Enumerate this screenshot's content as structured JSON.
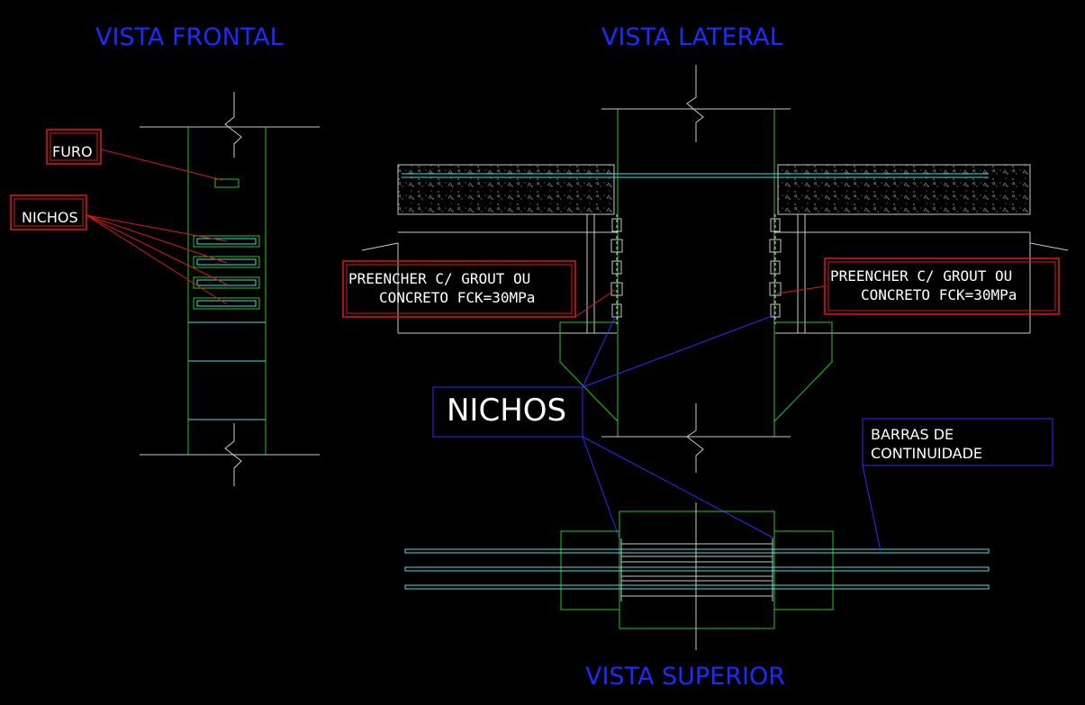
{
  "titles": {
    "front": "VISTA FRONTAL",
    "side": "VISTA LATERAL",
    "top": "VISTA SUPERIOR"
  },
  "labels": {
    "furo": "FURO",
    "nichos_front": "NICHOS",
    "grout_left_line1": "PREENCHER C/ GROUT OU",
    "grout_left_line2": "CONCRETO FCK=30MPa",
    "grout_right_line1": "PREENCHER C/ GROUT OU",
    "grout_right_line2": "CONCRETO FCK=30MPa",
    "nichos_big": "NICHOS",
    "barras_line1": "BARRAS DE",
    "barras_line2": "CONTINUIDADE"
  },
  "colors": {
    "background": "#000000",
    "title": "#1a2cff",
    "column": "#22c922",
    "leader_red": "#e01818",
    "leader_blue": "#2a2aff",
    "rebar": "#40e0e0",
    "slab_edge": "#c8c8c8"
  }
}
